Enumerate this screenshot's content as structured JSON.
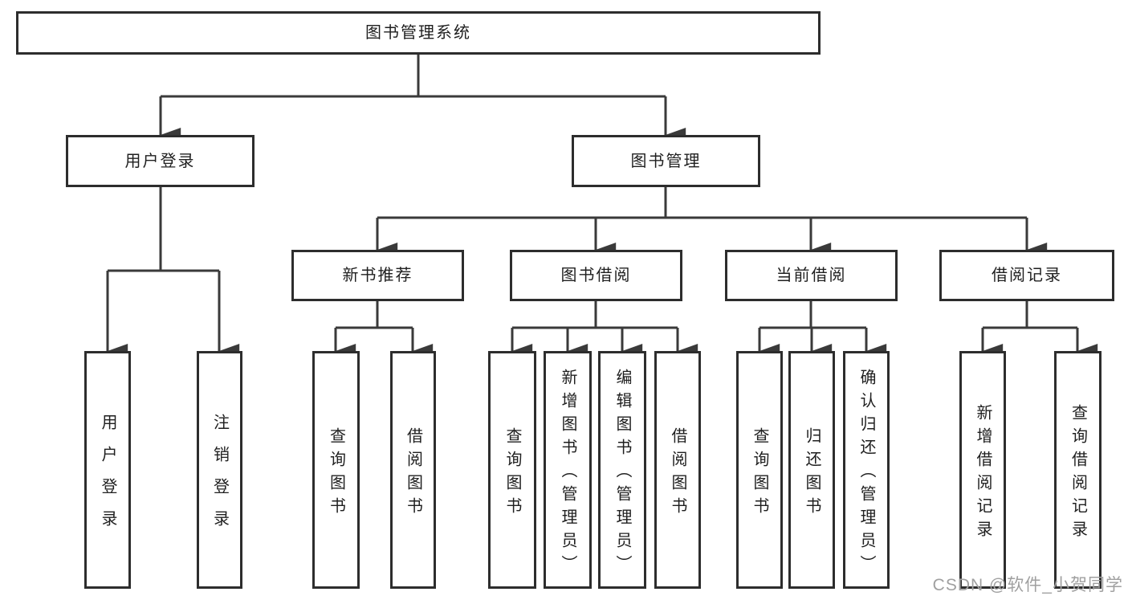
{
  "diagram": {
    "nodes": {
      "root": "图书管理系统",
      "user_login": "用户登录",
      "book_mgmt": "图书管理",
      "new_book_rec": "新书推荐",
      "book_borrow": "图书借阅",
      "current_borrow": "当前借阅",
      "borrow_records": "借阅记录",
      "ul_login": "用户登录",
      "ul_logout": "注销登录",
      "nb_query": "查询图书",
      "nb_borrow": "借阅图书",
      "bb_query": "查询图书",
      "bb_add": "新增图书（管理员）",
      "bb_edit": "编辑图书（管理员）",
      "bb_borrow": "借阅图书",
      "cb_query": "查询图书",
      "cb_return": "归还图书",
      "cb_confirm": "确认归还（管理员）",
      "br_add": "新增借阅记录",
      "br_query": "查询借阅记录"
    }
  },
  "watermark": "CSDN @软件_小贺同学",
  "colors": {
    "line_color": "#3a3a3a",
    "border_color": "#2d2d2d",
    "text_color": "#1f1f1f",
    "watermark_color": "#a0a0a0",
    "bg_color": "#ffffff"
  }
}
